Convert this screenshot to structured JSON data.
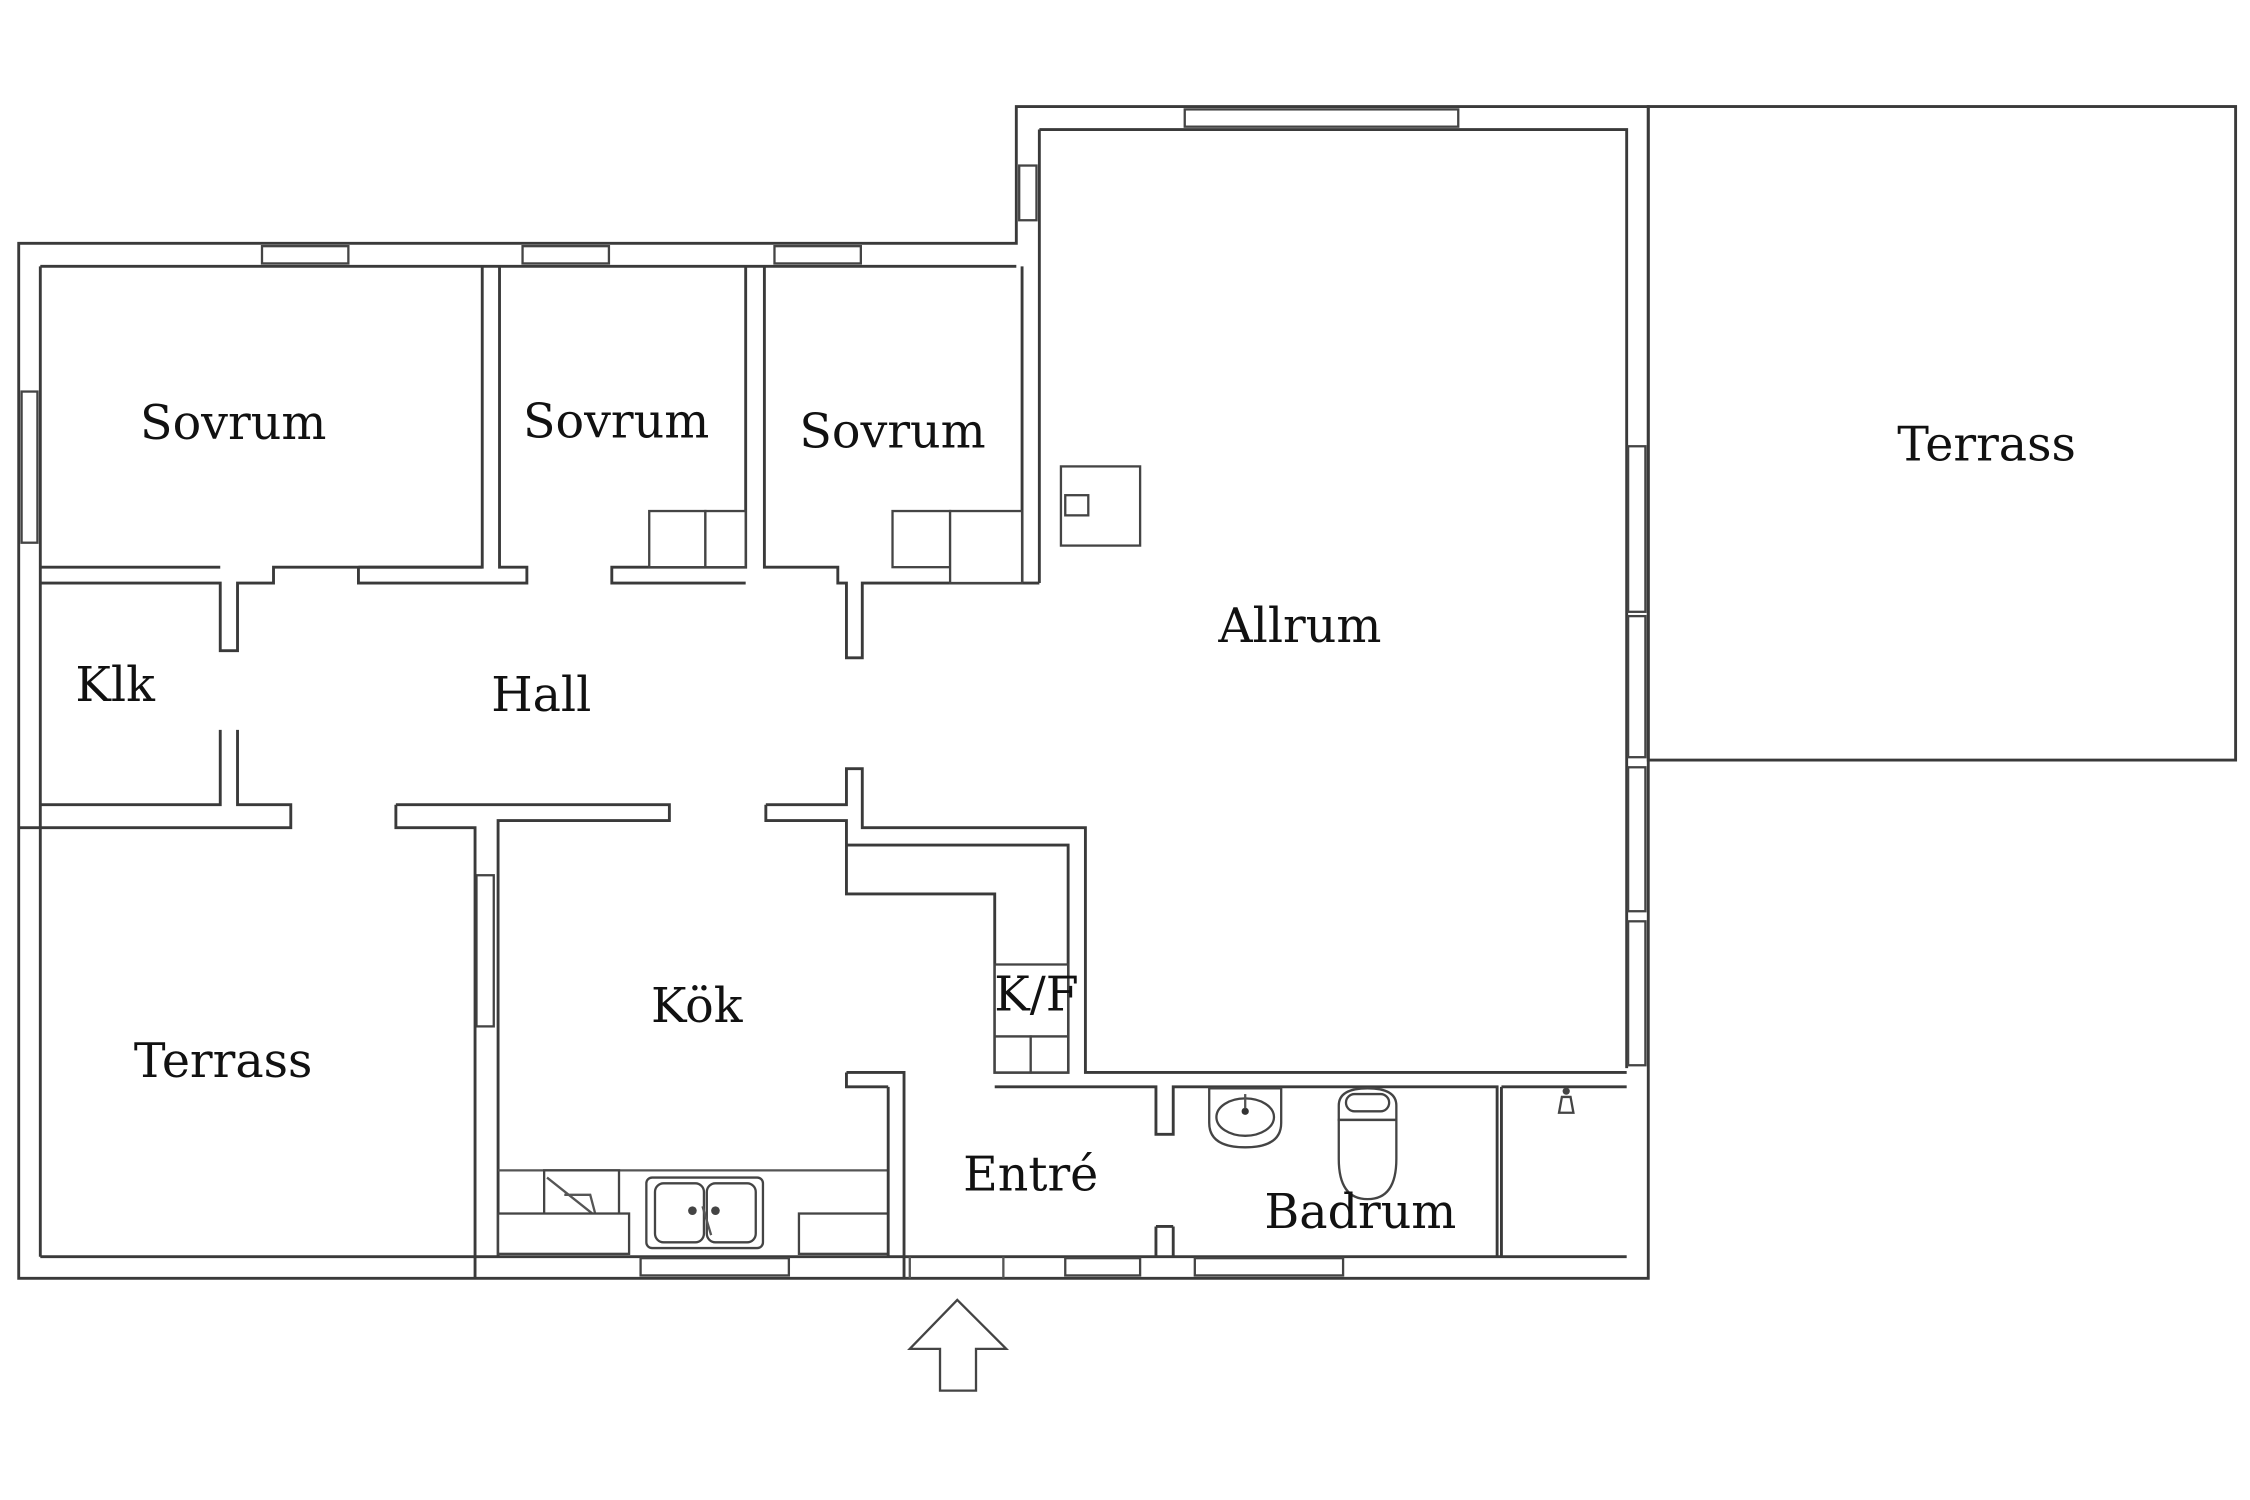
{
  "rooms": {
    "sovrum_1": "Sovrum",
    "sovrum_2": "Sovrum",
    "sovrum_3": "Sovrum",
    "klk": "Klk",
    "hall": "Hall",
    "allrum": "Allrum",
    "terrass_right": "Terrass",
    "terrass_left": "Terrass",
    "kok": "Kök",
    "kf": "K/F",
    "entre": "Entré",
    "badrum": "Badrum"
  }
}
